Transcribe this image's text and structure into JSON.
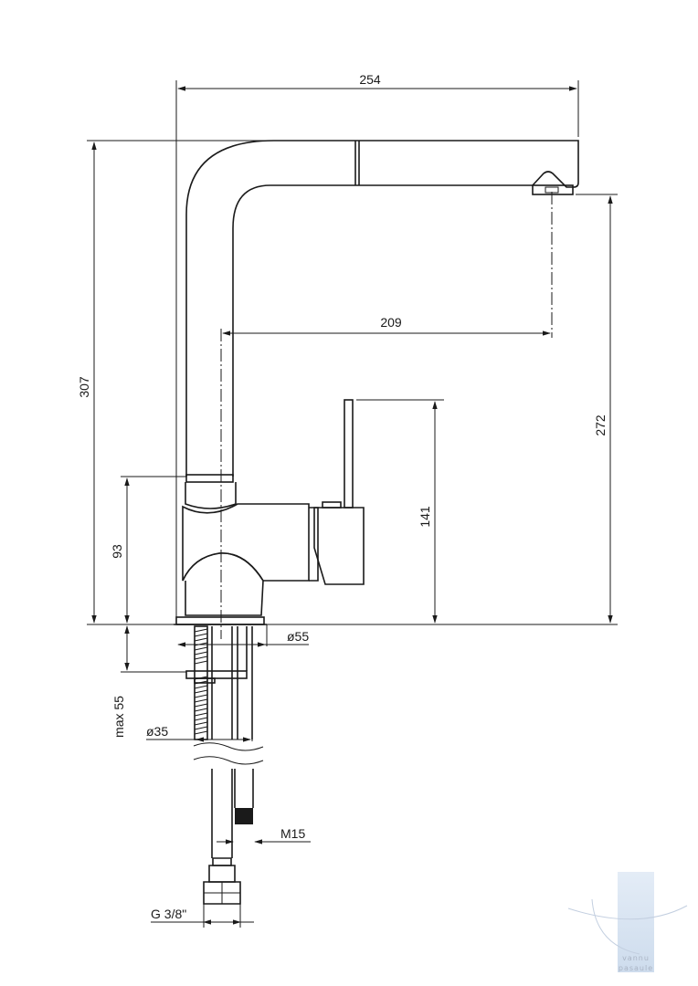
{
  "dimensions": {
    "width_254": "254",
    "height_307": "307",
    "reach_209": "209",
    "spout_272": "272",
    "lever_141": "141",
    "body_93": "93",
    "base_dia": "ø55",
    "depth_max": "max 55",
    "hole_dia": "ø35",
    "thread_m15": "M15",
    "thread_g38": "G 3/8\""
  },
  "watermark": {
    "line1": "vannu",
    "line2": "pasaule"
  },
  "colors": {
    "line": "#1a1a1a",
    "watermark": "#c9d8ea"
  }
}
